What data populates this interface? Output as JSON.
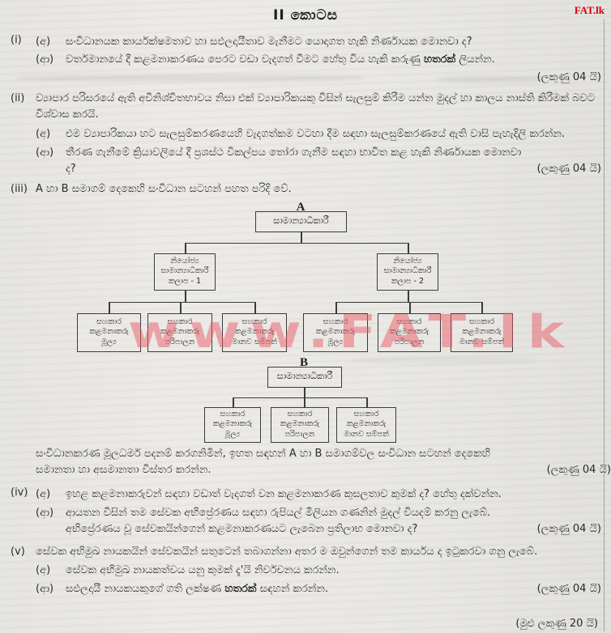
{
  "header": {
    "title": "II කොටස",
    "corner_watermark": "FAT.lk"
  },
  "watermark": {
    "large_text": "www.FAT.lk"
  },
  "labels": {
    "sub_a": "(අ)",
    "sub_b": "(ආ)"
  },
  "q1": {
    "num": "(i)",
    "a_text": "සංවිධානයක කාර්යක්ෂමතාව හා සඵලදායීතාව මැනීමට යොදාගත හැකි නිර්ණායක මොනවා ද?",
    "b_pre": "වර්තමානයේ දී කළමනාකරණය පෙරට වඩා වැදගත් වීමට හේතු විය හැකි කරුණු ",
    "b_bold": "හතරක්",
    "b_post": " ලියන්න.",
    "marks": "(ලකුණු 04 යි)"
  },
  "q2": {
    "num": "(ii)",
    "intro": "ව්‍යාපාර පරිසරයේ ඇති අවිනිශ්චිතභාවය නිසා එක් ව්‍යාපාරිකයකු විසින් සැලසුම් කිරීම යන්න මුදල් හා කාලය නාස්ති කිරීමක් බවට විශ්වාස කරයි.",
    "a_text": "එම ව්‍යාපාරිකයා හට සැලසුම්කරණයෙහි වැදගත්කම වටහා දීම සඳහා සැලසුම්කරණයේ ඇති වාසි පැහැදිලි කරන්න.",
    "b_text": "තීරණ ගැනීමේ ක්‍රියාවලියේ දී ප්‍රශස්ථ විකල්පය තෝරා ගැනීම සඳහා භාවිත කළ හැකි නිර්ණායක මොනවා ද?",
    "marks": "(ලකුණු 04 යි)"
  },
  "q3": {
    "num": "(iii)",
    "intro": "A හා B සමාගම් දෙකෙහි සංවිධාන සටහන් පහත පරිදි වේ.",
    "closing": "සංවිධානකරණ මූලධර්ම පදනම් කරගනිමින්, ඉහත සඳහන් A හා B සමාගම්වල සංවිධාන සටහන් දෙකෙහි සමානතා හා අසමානතා විස්තර කරන්න.",
    "marks": "(ලකුණු 04 යි)"
  },
  "chart_a": {
    "label": "A",
    "root": "සාමාන්‍යාධිකාරී",
    "deputy_zone1": "නියෝජ්‍ය\nසාමාන්‍යාධිකාරී\nකලාප - 1",
    "deputy_zone2": "නියෝජ්‍ය\nසාමාන්‍යාධිකාරී\nකලාප - 2",
    "assistant_finance": "සහකාර\nකළමනාකරු\nමූල්‍ය",
    "assistant_admin": "සහකාර\nකළමනාකරු\nපරිපාලන",
    "assistant_hr": "සහකාර\nකළමනාකරු\nමානව සම්පත්"
  },
  "chart_b": {
    "label": "B",
    "root": "සාමාන්‍යාධිකාරී",
    "assistant_finance": "සහකාර\nකළමනාකරු\nමූල්‍ය",
    "assistant_admin": "සහකාර\nකළමනාකරු\nපරිපාලන",
    "assistant_hr": "සහකාර\nකළමනාකරු\nමානව සම්පත්"
  },
  "q4": {
    "num": "(iv)",
    "a_text": "ඉහළ කළමනාකරුවන් සඳහා වඩාත් වැදගත් වන කළමනාකරණ කුසලතාව කුමක් ද? හේතු දක්වන්න.",
    "b_text": "ආයතන විසින් තම සේවක අභිප්‍රේරණය සඳහා රුපියල් මිලියන ගණනින් මුදල් වියදම් කරනු ලැබේ. අභිප්‍රේරණය වූ සේවකයින්ගෙන් කළමනාකරණයට ලැබෙන ප්‍රතිලාභ මොනවා ද?",
    "marks": "(ලකුණු 04 යි)"
  },
  "q5": {
    "num": "(v)",
    "intro": "සේවක අභිමුඛ නායකයින් සේවකයින් සතුටෙන් තබාගන්නා අතර ම ඔවුන්ගෙන් තම කාර්යය ද ඉටුකරවා ගනු ලැබේ.",
    "a_text": "සේවක අභිමුඛ නායකත්වය යනු කුමක් දැ'යි නිර්වචනය කරන්න.",
    "b_pre": "සඵලදායී නායකයකුගේ ගති ලක්ෂණ ",
    "b_bold": "හතරක්",
    "b_post": " සඳහන් කරන්න.",
    "marks": "(ලකුණු 04 යි)",
    "total": "(මුළු ලකුණු 20 යි)"
  }
}
